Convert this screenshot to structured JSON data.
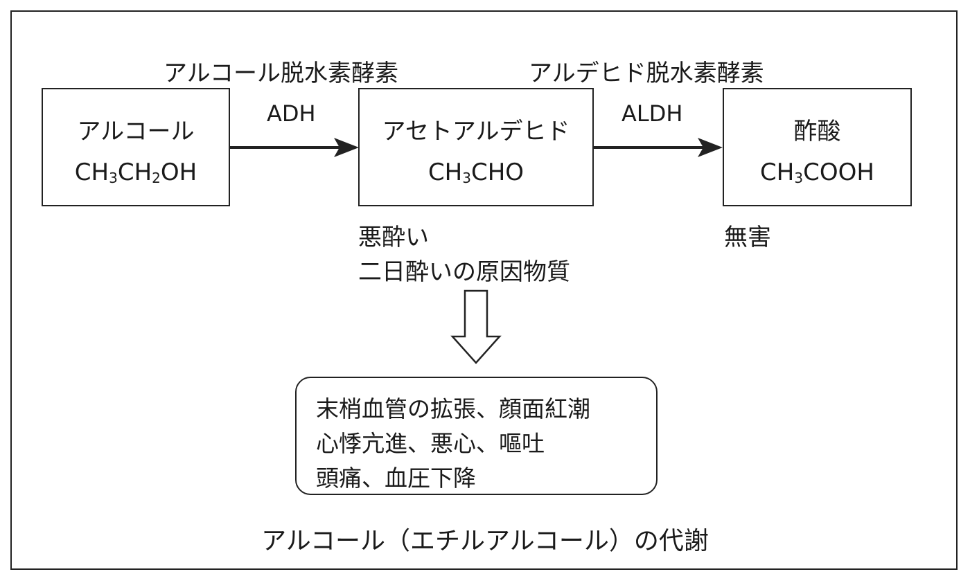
{
  "enzymes": {
    "adh_name": "アルコール脱水素酵素",
    "adh_abbr": "ADH",
    "aldh_name": "アルデヒド脱水素酵素",
    "aldh_abbr": "ALDH"
  },
  "compounds": [
    {
      "name": "アルコール",
      "formula_parts": [
        "CH",
        "3",
        "CH",
        "2",
        "OH"
      ]
    },
    {
      "name": "アセトアルデヒド",
      "formula_parts": [
        "CH",
        "3",
        "CHO"
      ]
    },
    {
      "name": "酢酸",
      "formula_parts": [
        "CH",
        "3",
        "COOH"
      ]
    }
  ],
  "notes": {
    "acetaldehyde_line1": "悪酔い",
    "acetaldehyde_line2": "二日酔いの原因物質",
    "acetic_acid": "無害"
  },
  "effects": {
    "line1": "末梢血管の拡張、顔面紅潮",
    "line2": "心悸亢進、悪心、嘔吐",
    "line3": "頭痛、血圧下降"
  },
  "caption": "アルコール（エチルアルコール）の代謝"
}
